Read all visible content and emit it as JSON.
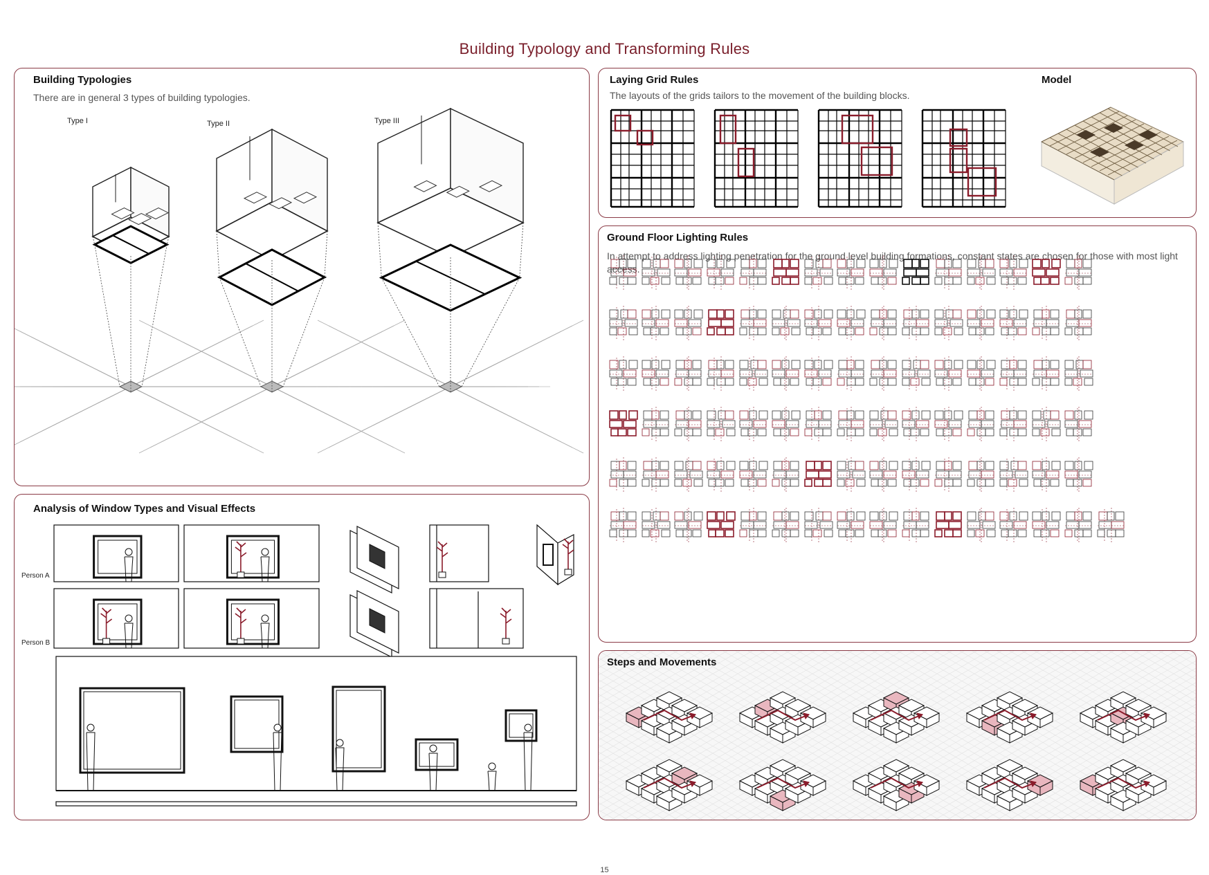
{
  "page": {
    "title": "Building Typology and Transforming Rules",
    "page_number": "15",
    "accent_color": "#8a1c2b"
  },
  "typologies": {
    "heading": "Building Typologies",
    "description": "There are in general 3 types of building typologies.",
    "types": [
      "Type I",
      "Type II",
      "Type III"
    ]
  },
  "grid_rules": {
    "heading": "Laying Grid Rules",
    "description": "The layouts of the grids tailors to the movement of the building blocks.",
    "grid_count": 4
  },
  "model": {
    "heading": "Model"
  },
  "lighting": {
    "heading": "Ground Floor Lighting Rules",
    "description": "In attempt to address lighting penetration for the ground level building formations, constant states are chosen for those with most light access.",
    "row_counts": [
      15,
      15,
      15,
      15,
      15,
      16
    ]
  },
  "windows": {
    "heading": "Analysis of Window Types and Visual Effects",
    "persons": [
      "Person A",
      "Person B"
    ]
  },
  "steps": {
    "heading": "Steps and Movements",
    "rows": 2,
    "cols": 5
  }
}
